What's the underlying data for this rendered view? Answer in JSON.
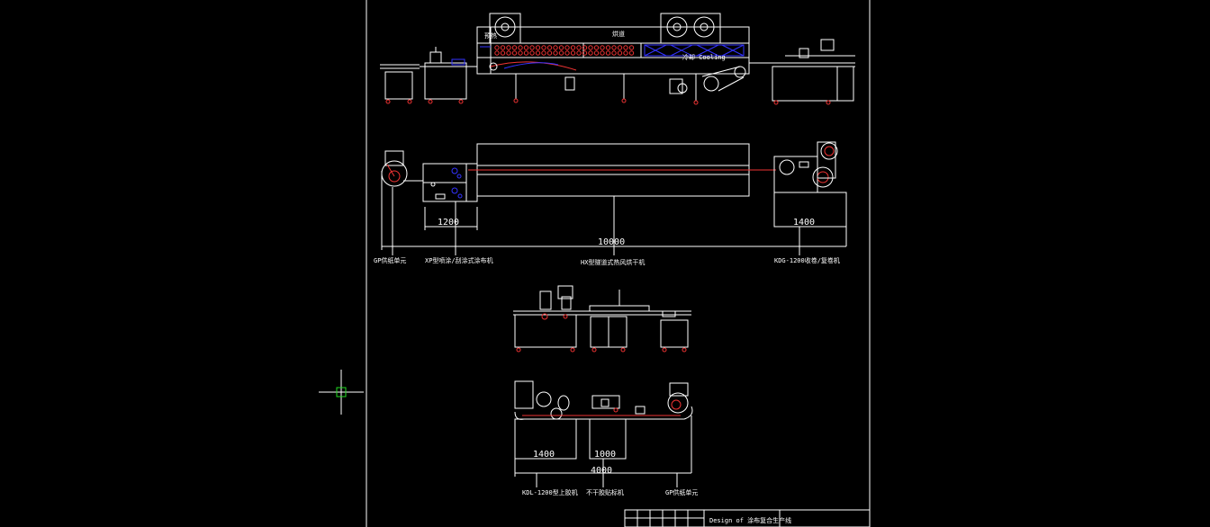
{
  "colors": {
    "background": "#000000",
    "line": "#ffffff",
    "accent_red": "#ee3333",
    "accent_blue": "#3333ff",
    "cursor": "#22dd22"
  },
  "top_view": {
    "label_preheat": "预热",
    "label_drying": "烘道",
    "label_cooling": "冷却 Cooling"
  },
  "plan_view": {
    "dim_left": "1200",
    "dim_right": "1400",
    "dim_total": "10000",
    "label_feeder": "GP供纸单元",
    "label_coater": "XP型喷涂/刮涂式涂布机",
    "label_dryer": "HX型隧道式热风烘干机",
    "label_winder": "KDG-1200收卷/复卷机"
  },
  "small_plan": {
    "dim_left": "1400",
    "dim_mid": "1000",
    "dim_total": "4000",
    "label_left": "KDL-1200型上胶机",
    "label_mid": "不干胶贴标机",
    "label_right": "GP供纸单元"
  },
  "title_block": {
    "title": "Design of 涂布复合生产线"
  }
}
